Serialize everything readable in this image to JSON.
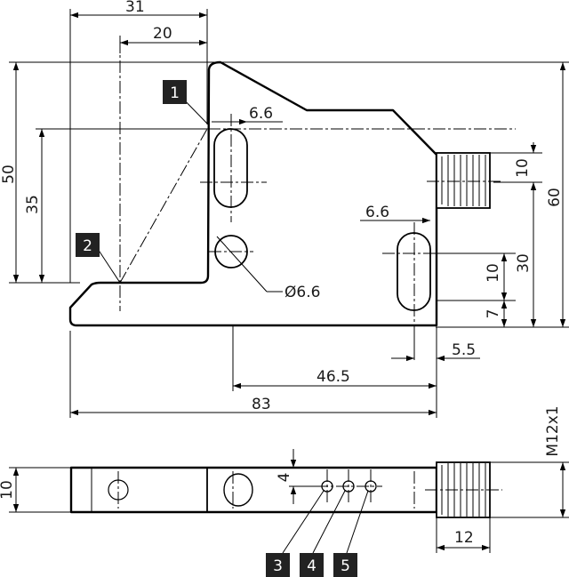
{
  "dimensions": {
    "top_width_31": "31",
    "top_width_20": "20",
    "left_height_50": "50",
    "left_height_35": "35",
    "slot_width_upper": "6.6",
    "slot_width_lower": "6.6",
    "hole_diameter": "Ø6.6",
    "right_10_upper": "10",
    "right_60": "60",
    "right_30": "30",
    "right_10_lower": "10",
    "right_7": "7",
    "offset_5_5": "5.5",
    "length_46_5": "46.5",
    "length_83": "83",
    "side_thickness_10": "10",
    "side_4": "4",
    "thread_label": "M12x1",
    "connector_length_12": "12"
  },
  "callouts": [
    "1",
    "2",
    "3",
    "4",
    "5"
  ]
}
